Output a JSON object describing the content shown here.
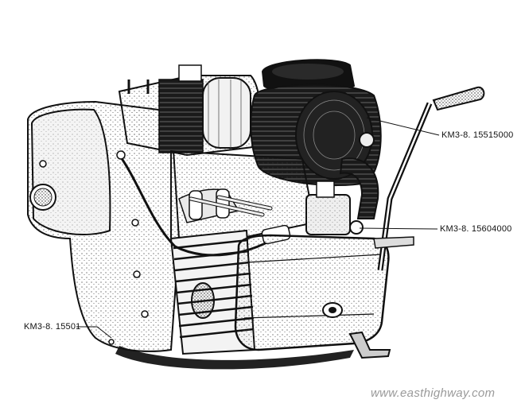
{
  "callouts": [
    {
      "id": "air-filter",
      "label": "KM3-8. 15515000"
    },
    {
      "id": "carburetor",
      "label": "KM3-8. 15604000"
    },
    {
      "id": "engine-block",
      "label": "KM3-8. 15501"
    }
  ],
  "watermark": "www.easthighway.com",
  "colors": {
    "ink": "#111111",
    "paper": "#ffffff",
    "watermark": "#9a9a9a"
  }
}
